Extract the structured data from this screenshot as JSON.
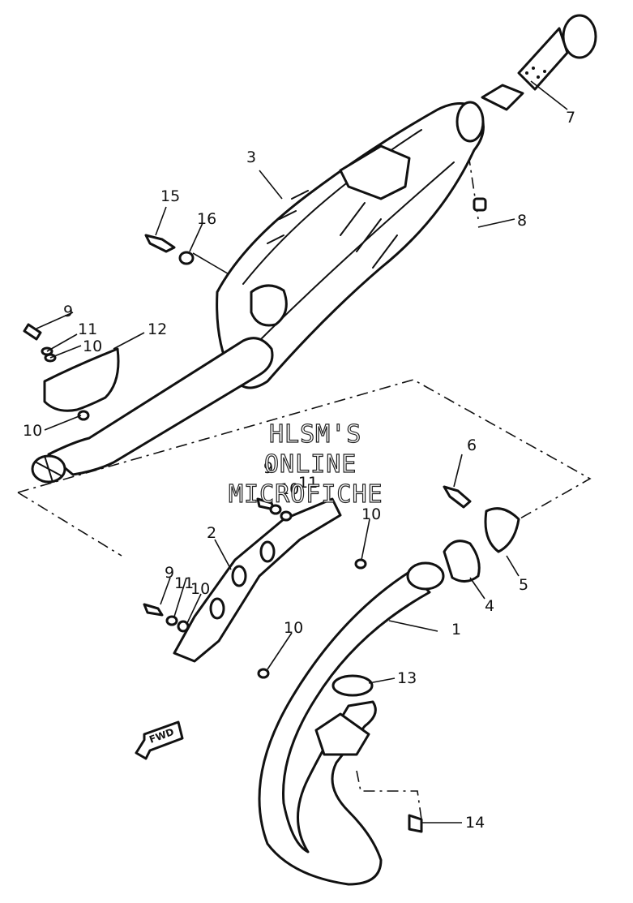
{
  "watermark": {
    "line1": "HLSM'S",
    "line2": "ONLINE",
    "line3": "MICROFICHE"
  },
  "direction_arrow": {
    "label": "FWD"
  },
  "callouts": {
    "c1": "1",
    "c2": "2",
    "c3": "3",
    "c4": "4",
    "c5": "5",
    "c6": "6",
    "c7": "7",
    "c8": "8",
    "c9a": "9",
    "c9b": "9",
    "c9c": "9",
    "c10a": "10",
    "c10b": "10",
    "c10c": "10",
    "c10d": "10",
    "c10e": "10",
    "c10f": "10",
    "c11a": "11",
    "c11b": "11",
    "c11c": "11",
    "c12": "12",
    "c13": "13",
    "c14": "14",
    "c15": "15",
    "c16": "16"
  }
}
